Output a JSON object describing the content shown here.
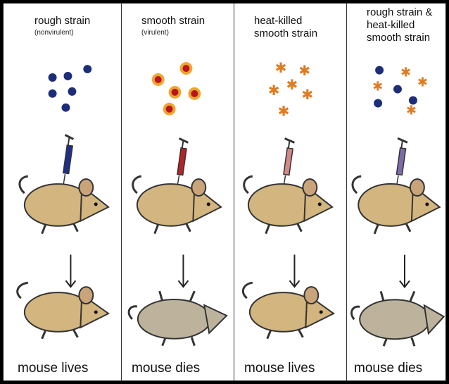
{
  "panels": [
    {
      "title": "rough strain",
      "subtitle": "(nonvirulent)",
      "outcome": "mouse lives"
    },
    {
      "title": "smooth strain",
      "subtitle": "(virulent)",
      "outcome": "mouse dies"
    },
    {
      "title": "heat-killed smooth strain",
      "subtitle": "",
      "outcome": "mouse lives"
    },
    {
      "title": "rough strain & heat-killed smooth strain",
      "subtitle": "",
      "outcome": "mouse dies"
    }
  ],
  "colors": {
    "rough_bacteria": "#1c2d7a",
    "smooth_bacteria_outer": "#f0a531",
    "smooth_bacteria_inner": "#b8161c",
    "heat_killed": "#e07b22",
    "mouse_alive": "#d2b57f",
    "mouse_dead": "#bdb39c"
  },
  "icons": [
    "syringe-icon",
    "mouse-icon",
    "down-arrow-icon",
    "bacteria-icon"
  ]
}
